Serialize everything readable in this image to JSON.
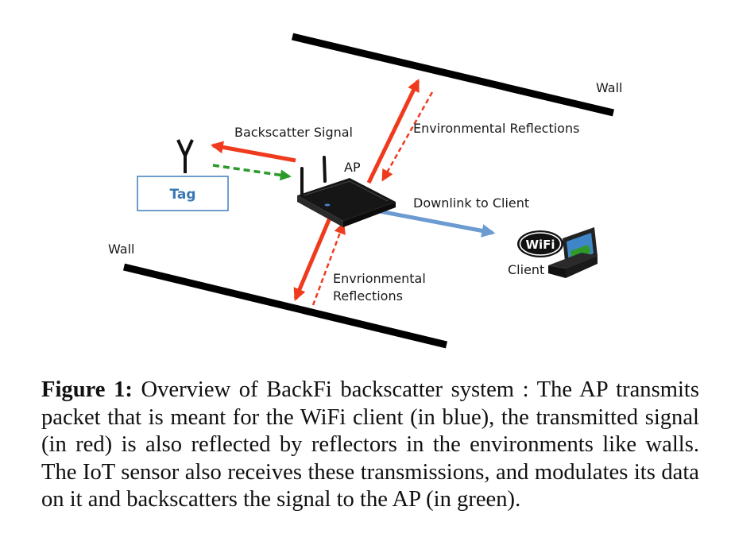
{
  "diagram": {
    "labels": {
      "wall_top": "Wall",
      "wall_left": "Wall",
      "backscatter_signal": "Backscatter Signal",
      "env_reflections_top": "Environmental Reflections",
      "ap": "AP",
      "downlink": "Downlink to Client",
      "tag": "Tag",
      "env_reflections_bottom_line1": "Envrionmental",
      "env_reflections_bottom_line2": "Reflections",
      "client": "Client",
      "wifi_logo": "WiFi"
    },
    "colors": {
      "transmit": "#f03a1e",
      "backscatter": "#2b9a2b",
      "downlink": "#6b9bd1",
      "wall": "#000000",
      "tag_border": "#4a86c0"
    }
  },
  "caption": {
    "label": "Figure 1:",
    "text": " Overview of BackFi backscatter system : The AP transmits packet that is meant for the WiFi client (in blue), the transmitted signal (in red) is also reflected by reflectors in the environments like walls.  The IoT sensor also receives these transmissions, and modulates its data on it and backscatters the signal to the AP (in green)."
  }
}
